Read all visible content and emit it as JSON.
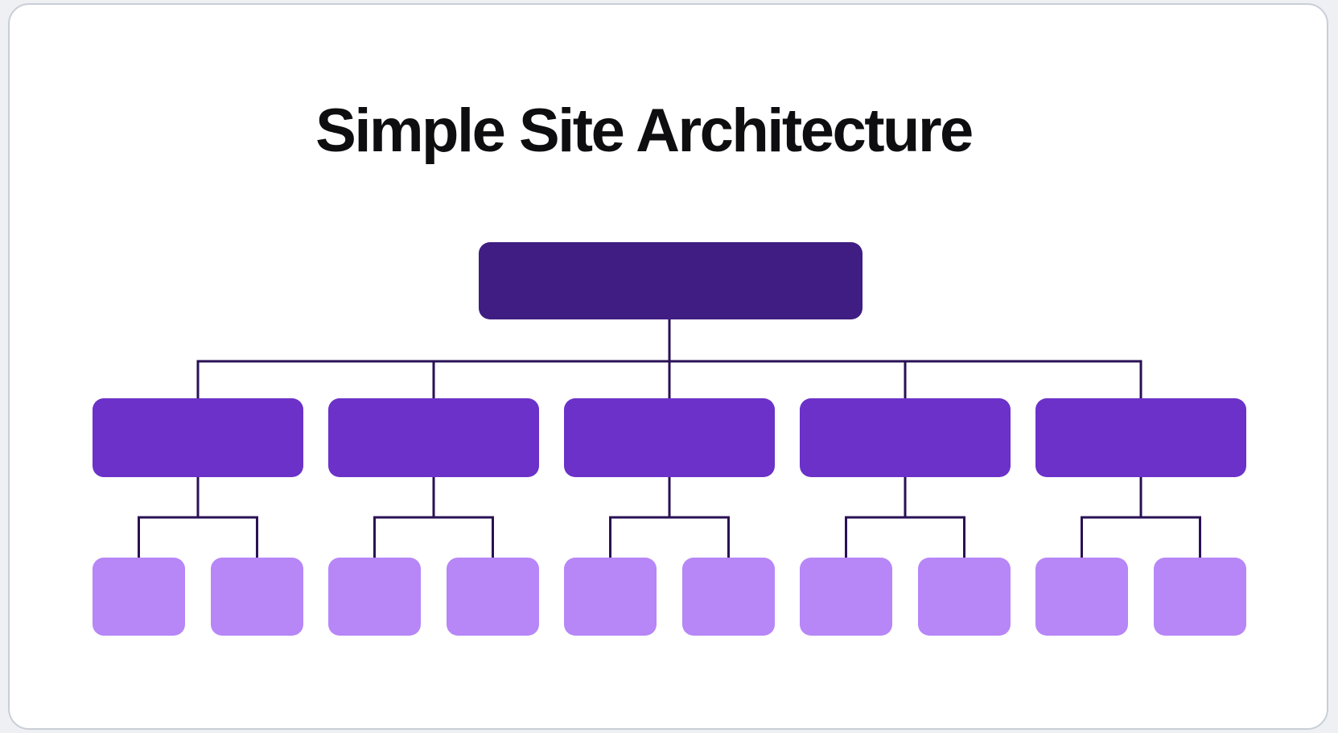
{
  "page": {
    "background": "#eef0f3"
  },
  "card": {
    "background": "#ffffff",
    "border_color": "#c9ced7"
  },
  "title": {
    "text": "Simple Site Architecture",
    "color": "#0e0e10"
  },
  "colors": {
    "root_fill": "#3f1d82",
    "section_fill": "#6b31c9",
    "page_fill": "#b786f7",
    "connector": "#2a1154"
  },
  "structure": {
    "type": "tree",
    "levels": [
      {
        "name": "home",
        "count": 1
      },
      {
        "name": "sections",
        "count": 5
      },
      {
        "name": "pages",
        "count": 10
      }
    ],
    "children_per_section": 2,
    "nodes_have_visible_text": false
  }
}
